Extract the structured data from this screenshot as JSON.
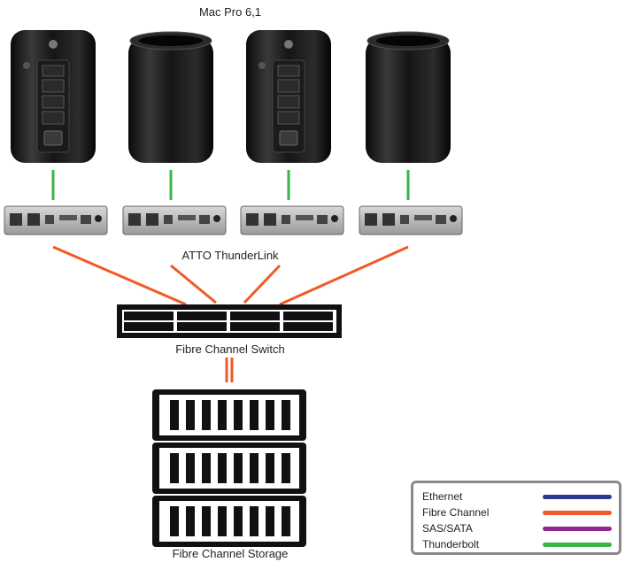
{
  "title": "Mac Pro 6,1",
  "adapter_label": "ATTO ThunderLink",
  "switch_label": "Fibre Channel Switch",
  "storage_label": "Fibre Channel Storage",
  "legend": [
    {
      "label": "Ethernet",
      "color": "#2b3990"
    },
    {
      "label": "Fibre Channel",
      "color": "#f15a24"
    },
    {
      "label": "SAS/SATA",
      "color": "#92278f"
    },
    {
      "label": "Thunderbolt",
      "color": "#39b54a"
    }
  ]
}
